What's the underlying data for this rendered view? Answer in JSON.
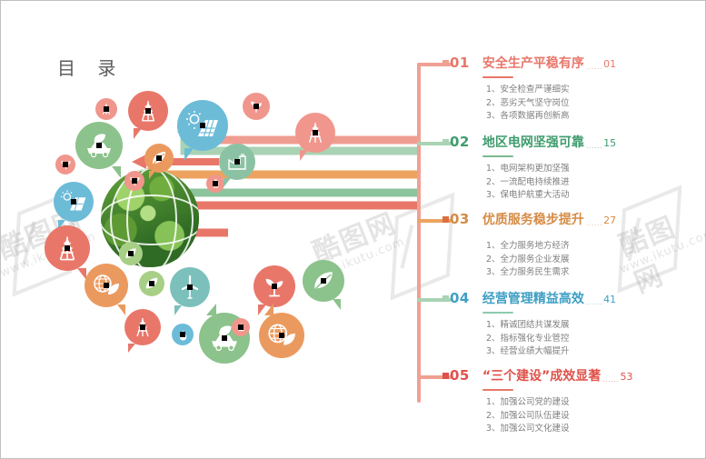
{
  "page": {
    "title": "目 录",
    "background": "#ffffff",
    "border_color": "#bfbfbf"
  },
  "colors": {
    "salmon": "#e8776a",
    "salmon_light": "#f0a093",
    "green": "#7bb88f",
    "green_light": "#a9d3b4",
    "orange": "#e8953f",
    "orange_light": "#f0b179",
    "blue": "#4aa3c7",
    "grey_text": "#7f7f7f",
    "title_grey": "#5b5b5b"
  },
  "watermarks": [
    {
      "cn": "酷图网",
      "url": "www.ikutu.com"
    },
    {
      "cn": "酷图网",
      "url": "www.ikutu.com"
    },
    {
      "cn": "酷图网",
      "url": "www.ikutu.com"
    }
  ],
  "entries": [
    {
      "num": "01",
      "title": "安全生产平稳有序",
      "leader": "......",
      "page": "01",
      "color": "#e8776a",
      "rule_color": "#e8776a",
      "subs": [
        "1、安全检查严谨细实",
        "2、恶劣天气坚守岗位",
        "3、各项数据再创新高"
      ]
    },
    {
      "num": "02",
      "title": "地区电网坚强可靠",
      "leader": "......",
      "page": "15",
      "color": "#3e9c6d",
      "rule_color": "#7bb88f",
      "subs": [
        "1、电网架构更加坚强",
        "2、一流配电持续推进",
        "3、保电护航重大活动"
      ]
    },
    {
      "num": "03",
      "title": "优质服务稳步提升",
      "leader": "......",
      "page": "27",
      "color": "#d58b45",
      "rule_color": "#e8953f",
      "subs": [
        "1、全力服务地方经济",
        "2、全力服务企业发展",
        "3、全力服务民生需求"
      ]
    },
    {
      "num": "04",
      "title": "经营管理精益高效",
      "leader": "......",
      "page": "41",
      "color": "#3f9fc4",
      "rule_color": "#8ecbb0",
      "subs": [
        "1、精诚团结共谋发展",
        "2、指标强化专业管控",
        "3、经营业绩大幅提升"
      ]
    },
    {
      "num": "05",
      "title": "“三个建设”成效显著",
      "leader": "......",
      "page": "53",
      "color": "#e0524a",
      "rule_color": "#e8776a",
      "subs": [
        "1、加强公司党的建设",
        "2、加强公司队伍建设",
        "3、加强公司文化建设"
      ]
    }
  ],
  "graphic": {
    "globe_label": "green-earth-globe",
    "icon_names": [
      "power-tower-icon",
      "solar-panel-icon",
      "eco-car-leaf-icon",
      "leaf-icon",
      "wind-turbine-icon",
      "globe-leaf-icon",
      "plant-sprout-icon",
      "factory-icon",
      "battery-icon",
      "recycle-icon",
      "water-drop-icon"
    ],
    "arrow_colors": [
      "#e8776a",
      "#7bb88f",
      "#e8953f",
      "#a9d3b4",
      "#f0a093"
    ]
  }
}
